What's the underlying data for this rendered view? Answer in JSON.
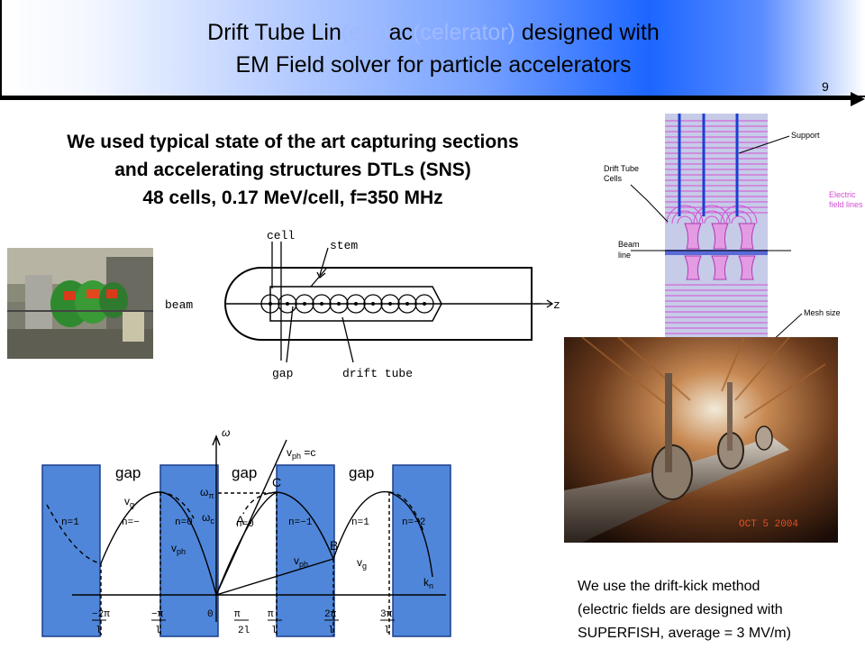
{
  "slide": {
    "title_line1_a": "Drift Tube Lin",
    "title_line1_b": "(ear)",
    "title_line1_c": "ac",
    "title_line1_d": "(celerator)",
    "title_line1_e": " designed with",
    "title_line2": "EM Field solver for particle accelerators",
    "page_number": "9",
    "headline": [
      "We used typical state of the art capturing sections",
      "and accelerating structures DTLs (SNS)",
      "48 cells, 0.17 MeV/cell, f=350 MHz"
    ],
    "note": [
      "We use the drift-kick method",
      "(electric fields are designed with",
      "SUPERFISH, average = 3 MV/m)"
    ]
  },
  "dtl_sketch": {
    "label_cell": "cell",
    "label_stem": "stem",
    "label_beam": "beam",
    "label_z": "z",
    "label_gap": "gap",
    "label_drift_tube": "drift tube"
  },
  "field_map": {
    "label_support": "Support",
    "label_drift_tube_cells": [
      "Drift Tube",
      "Cells"
    ],
    "label_electric_field_lines": [
      "Electric",
      "field lines"
    ],
    "label_beam_line": [
      "Beam",
      "line"
    ],
    "label_mesh_size": "Mesh size"
  },
  "dispersion": {
    "gap_labels": [
      "gap",
      "gap",
      "gap"
    ],
    "omega": "ω",
    "vph_c": "v",
    "vph_sub": "ph",
    "vph_eq": " =c",
    "omega_pi": "ω",
    "omega_pi_sub": "π",
    "omega_c": "ω",
    "omega_c_sub": "c",
    "point_a": "A",
    "point_b": "B",
    "point_c": "C",
    "vg_label": "v",
    "vg_sub": "g",
    "vph_label": "v",
    "vph_label_sub": "ph",
    "kn": "k",
    "kn_sub": "n",
    "n_labels": [
      "n=1",
      "n=−",
      "n=0",
      "n=0",
      "n=−1",
      "n=1",
      "n=−2"
    ],
    "x_ticks": [
      "−2π",
      "−π",
      "0",
      "π",
      "π",
      "2π",
      "3π"
    ],
    "x_tick_sub": [
      "l",
      "l",
      "",
      "2l",
      "l",
      "l",
      "l"
    ]
  },
  "photo_stamp": "OCT  5 2004",
  "colors": {
    "gap_blue": "#4f86d9",
    "field_pink": "#d44fd4",
    "title_blue": "#1c66ff"
  }
}
